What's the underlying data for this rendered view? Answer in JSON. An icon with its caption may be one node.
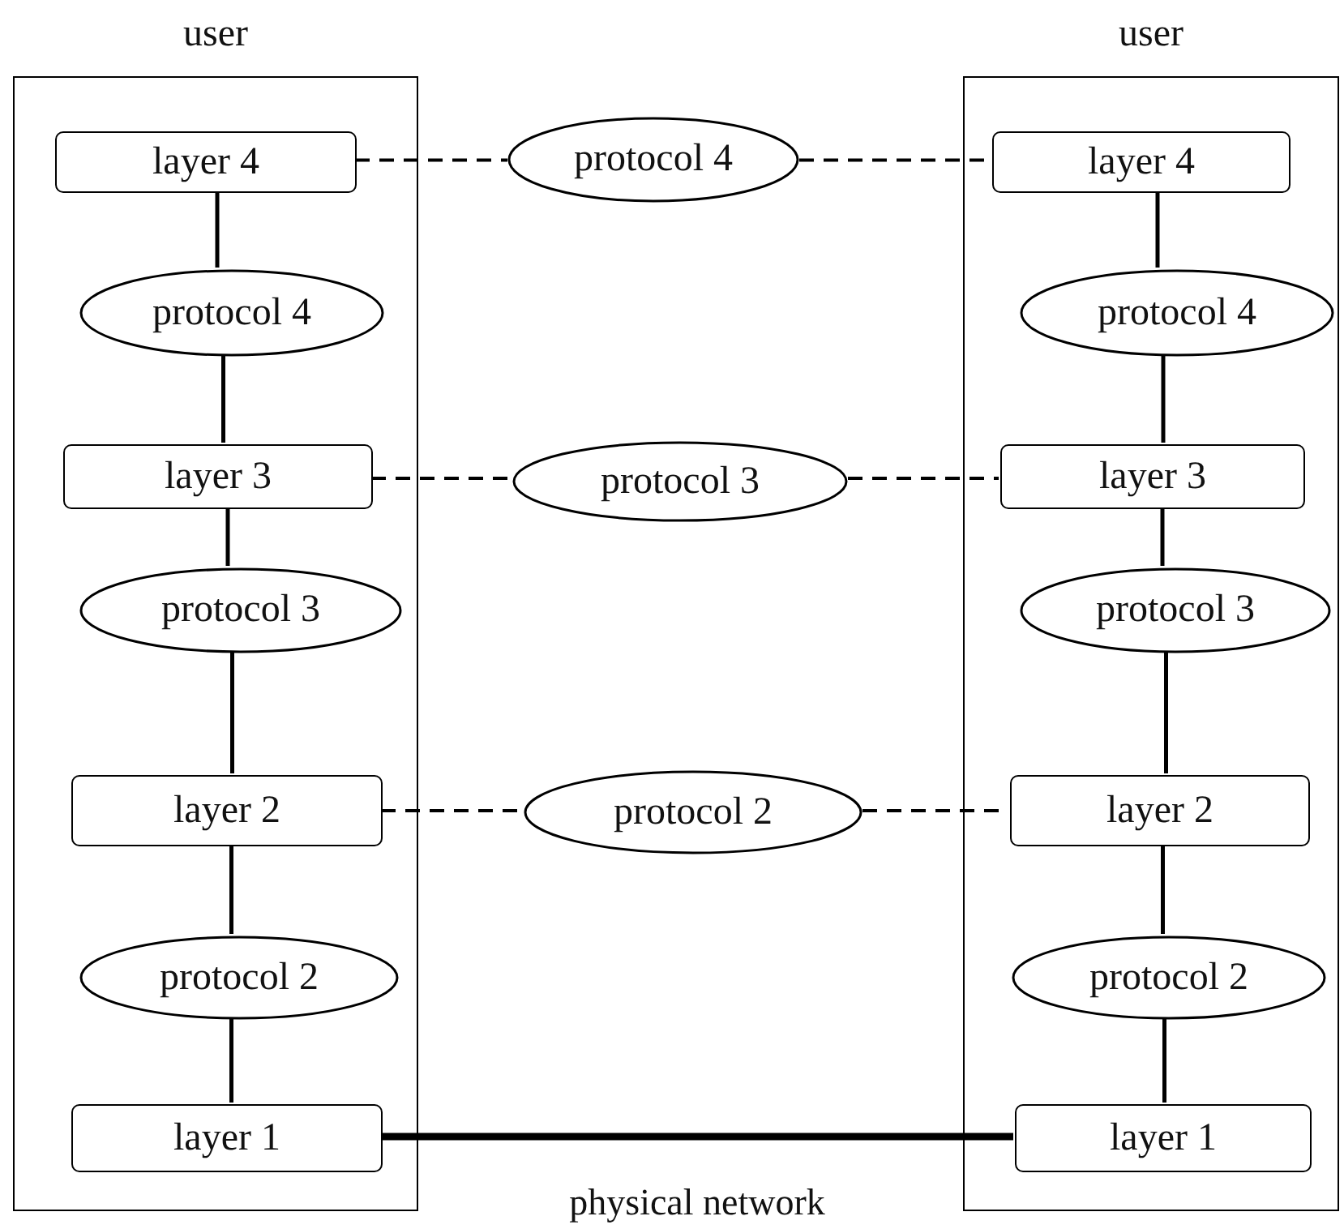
{
  "diagram": {
    "nodes": [
      {
        "text": [
          "user"
        ]
      },
      {
        "text": [
          "layer 4"
        ],
        "in": 0
      },
      {
        "text": [
          "protocol 4"
        ],
        "in": 0
      },
      {
        "text": [
          "layer 3"
        ],
        "in": 0
      },
      {
        "text": [
          "protocol 3"
        ],
        "in": 0
      },
      {
        "text": [
          "layer 2"
        ],
        "in": 0
      },
      {
        "text": [
          "protocol 2"
        ],
        "in": 0
      },
      {
        "text": [
          "layer 1"
        ],
        "in": 0
      },
      {
        "text": [
          "user"
        ]
      },
      {
        "text": [
          "layer 4"
        ],
        "in": 8
      },
      {
        "text": [
          "protocol 4"
        ],
        "in": 8
      },
      {
        "text": [
          "layer 3"
        ],
        "in": 8
      },
      {
        "text": [
          "protocol 3"
        ],
        "in": 8
      },
      {
        "text": [
          "layer 2"
        ],
        "in": 8
      },
      {
        "text": [
          "protocol 2"
        ],
        "in": 8
      },
      {
        "text": [
          "layer 1"
        ],
        "in": 8
      },
      {
        "text": [
          "protocol 4"
        ]
      },
      {
        "text": [
          "protocol 3"
        ]
      },
      {
        "text": [
          "protocol 2"
        ]
      }
    ],
    "edges": [
      {
        "from": 1,
        "to": 2,
        "arrow": "none"
      },
      {
        "from": 2,
        "to": 3,
        "arrow": "none"
      },
      {
        "from": 3,
        "to": 4,
        "arrow": "none"
      },
      {
        "from": 4,
        "to": 5,
        "arrow": "none"
      },
      {
        "from": 5,
        "to": 6,
        "arrow": "none"
      },
      {
        "from": 6,
        "to": 7,
        "arrow": "none"
      },
      {
        "from": 9,
        "to": 10,
        "arrow": "none"
      },
      {
        "from": 10,
        "to": 11,
        "arrow": "none"
      },
      {
        "from": 11,
        "to": 12,
        "arrow": "none"
      },
      {
        "from": 12,
        "to": 13,
        "arrow": "none"
      },
      {
        "from": 13,
        "to": 14,
        "arrow": "none"
      },
      {
        "from": 14,
        "to": 15,
        "arrow": "none"
      },
      {
        "from": 1,
        "to": 16,
        "arrow": "none",
        "style": "dashed"
      },
      {
        "from": 16,
        "to": 9,
        "arrow": "none",
        "style": "dashed"
      },
      {
        "from": 3,
        "to": 17,
        "arrow": "none",
        "style": "dashed"
      },
      {
        "from": 17,
        "to": 11,
        "arrow": "none",
        "style": "dashed"
      },
      {
        "from": 5,
        "to": 18,
        "arrow": "none",
        "style": "dashed"
      },
      {
        "from": 18,
        "to": 13,
        "arrow": "none",
        "style": "dashed"
      },
      {
        "from": 7,
        "to": 15,
        "arrow": "none",
        "style": "thick",
        "label": "physical network"
      }
    ]
  }
}
